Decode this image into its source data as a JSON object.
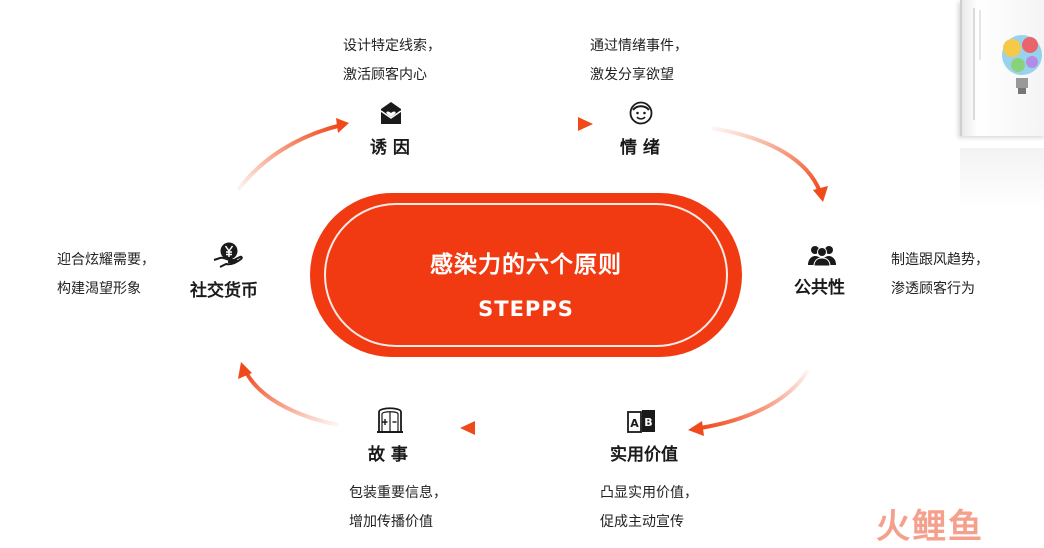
{
  "center": {
    "title": "感染力的六个原则",
    "subtitle": "STEPPS"
  },
  "nodes": {
    "trigger": {
      "title": "诱 因",
      "icon": "envelope-heart-icon",
      "desc1": "设计特定线索，",
      "desc2": "激活顾客内心"
    },
    "emotion": {
      "title": "情 绪",
      "icon": "face-icon",
      "desc1": "通过情绪事件，",
      "desc2": "激发分享欲望"
    },
    "public": {
      "title": "公共性",
      "icon": "people-icon",
      "desc1": "制造跟风趋势，",
      "desc2": "渗透顾客行为"
    },
    "practical": {
      "title": "实用价值",
      "icon": "ab-blocks-icon",
      "desc1": "凸显实用价值，",
      "desc2": "促成主动宣传"
    },
    "stories": {
      "title": "故 事",
      "icon": "book-plus-icon",
      "desc1": "包装重要信息，",
      "desc2": "增加传播价值"
    },
    "social": {
      "title": "社交货币",
      "icon": "yen-hand-icon",
      "desc1": "迎合炫耀需要，",
      "desc2": "构建渴望形象"
    }
  },
  "watermark": "火鲤鱼",
  "colors": {
    "accent": "#f23a12",
    "arrow": "#f04a1c"
  }
}
